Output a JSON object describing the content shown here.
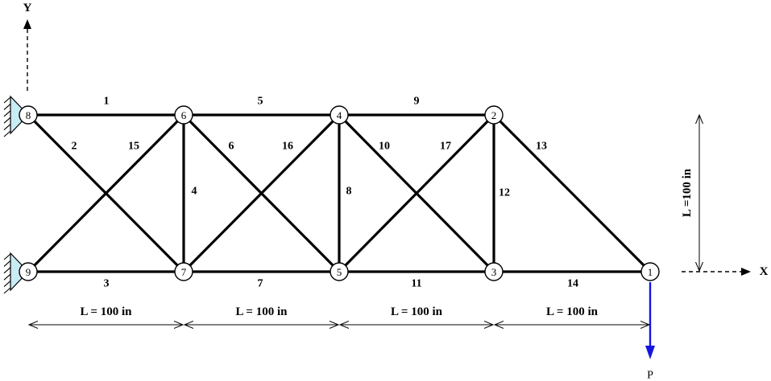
{
  "axes": {
    "x_label": "X",
    "y_label": "Y"
  },
  "nodes": [
    {
      "id": "1",
      "label": "1"
    },
    {
      "id": "2",
      "label": "2"
    },
    {
      "id": "3",
      "label": "3"
    },
    {
      "id": "4",
      "label": "4"
    },
    {
      "id": "5",
      "label": "5"
    },
    {
      "id": "6",
      "label": "6"
    },
    {
      "id": "7",
      "label": "7"
    },
    {
      "id": "8",
      "label": "8"
    },
    {
      "id": "9",
      "label": "9"
    }
  ],
  "members": [
    {
      "label": "1",
      "from": "8",
      "to": "6"
    },
    {
      "label": "2",
      "from": "8",
      "to": "7"
    },
    {
      "label": "3",
      "from": "9",
      "to": "7"
    },
    {
      "label": "4",
      "from": "6",
      "to": "7"
    },
    {
      "label": "5",
      "from": "6",
      "to": "4"
    },
    {
      "label": "6",
      "from": "6",
      "to": "5"
    },
    {
      "label": "7",
      "from": "7",
      "to": "5"
    },
    {
      "label": "8",
      "from": "4",
      "to": "5"
    },
    {
      "label": "9",
      "from": "4",
      "to": "2"
    },
    {
      "label": "10",
      "from": "4",
      "to": "3"
    },
    {
      "label": "11",
      "from": "5",
      "to": "3"
    },
    {
      "label": "12",
      "from": "2",
      "to": "3"
    },
    {
      "label": "13",
      "from": "2",
      "to": "1"
    },
    {
      "label": "14",
      "from": "3",
      "to": "1"
    },
    {
      "label": "15",
      "from": "9",
      "to": "6"
    },
    {
      "label": "16",
      "from": "7",
      "to": "4"
    },
    {
      "label": "17",
      "from": "5",
      "to": "2"
    }
  ],
  "supports": [
    {
      "node": "8",
      "type": "pin"
    },
    {
      "node": "9",
      "type": "pin"
    }
  ],
  "dimensions": {
    "horizontal": [
      "L = 100 in",
      "L = 100 in",
      "L = 100 in",
      "L = 100 in"
    ],
    "vertical": "L =100 in"
  },
  "load": {
    "label": "P",
    "node": "1",
    "direction": "down",
    "color": "#1515e0"
  },
  "colors": {
    "support_fill": "#c8ecf4",
    "member": "#000000",
    "load": "#1515e0"
  }
}
